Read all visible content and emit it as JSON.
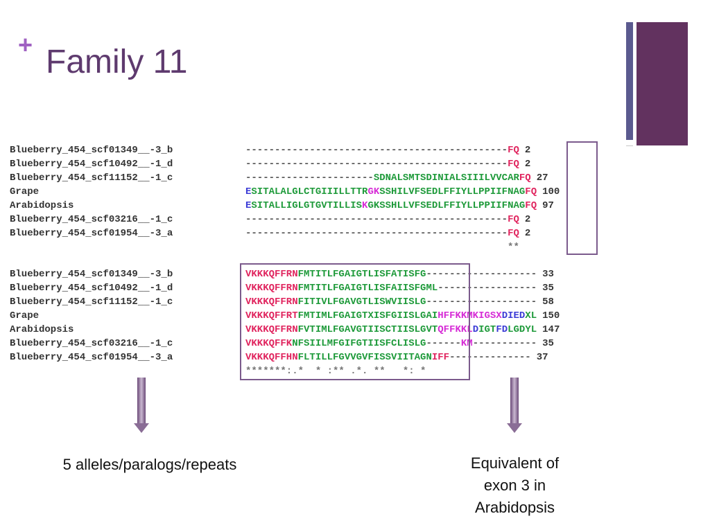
{
  "slide": {
    "plus": "+",
    "title": "Family 11"
  },
  "alignment_block1": [
    {
      "name": "Blueberry_454_scf01349__-3_b",
      "segments": [
        [
          "d",
          "---------------------------------------------"
        ],
        [
          "r",
          "FQ"
        ]
      ],
      "count": "2"
    },
    {
      "name": "Blueberry_454_scf10492__-1_d",
      "segments": [
        [
          "d",
          "---------------------------------------------"
        ],
        [
          "r",
          "FQ"
        ]
      ],
      "count": "2"
    },
    {
      "name": "Blueberry_454_scf11152__-1_c",
      "segments": [
        [
          "d",
          "----------------------"
        ],
        [
          "g",
          "SDNALSMTSDINIALSIIILVVCAR"
        ],
        [
          "r",
          "FQ"
        ]
      ],
      "count": "27"
    },
    {
      "name": "Grape",
      "segments": [
        [
          "b",
          "E"
        ],
        [
          "g",
          "SITALALGLCTGIIILLTTR"
        ],
        [
          "m",
          "GK"
        ],
        [
          "g",
          "SSHILVFSEDLFFIYLLPPIIFNAG"
        ],
        [
          "r",
          "FQ"
        ]
      ],
      "count": "100"
    },
    {
      "name": "Arabidopsis",
      "segments": [
        [
          "b",
          "E"
        ],
        [
          "g",
          "SITALLIGLGTGVTILLIS"
        ],
        [
          "m",
          "K"
        ],
        [
          "g",
          "GKSSHLLVFSEDLFFIYLLPPIIFNAG"
        ],
        [
          "r",
          "FQ"
        ]
      ],
      "count": "97"
    },
    {
      "name": "Blueberry_454_scf03216__-1_c",
      "segments": [
        [
          "d",
          "---------------------------------------------"
        ],
        [
          "r",
          "FQ"
        ]
      ],
      "count": "2"
    },
    {
      "name": "Blueberry_454_scf01954__-3_a",
      "segments": [
        [
          "d",
          "---------------------------------------------"
        ],
        [
          "r",
          "FQ"
        ]
      ],
      "count": "2"
    }
  ],
  "consensus_block1": "                                             **",
  "alignment_block2": [
    {
      "name": "Blueberry_454_scf01349__-3_b",
      "segments": [
        [
          "r",
          "VKKKQFFRN"
        ],
        [
          "g",
          "FMTITLFGAIGTLISFATISFG"
        ],
        [
          "d",
          "-------------------"
        ]
      ],
      "count": "33"
    },
    {
      "name": "Blueberry_454_scf10492__-1_d",
      "segments": [
        [
          "r",
          "VKKKQFFRN"
        ],
        [
          "g",
          "FMTITLFGAIGTLISFAIISFGML"
        ],
        [
          "d",
          "-----------------"
        ]
      ],
      "count": "35"
    },
    {
      "name": "Blueberry_454_scf11152__-1_c",
      "segments": [
        [
          "r",
          "VKKKQFFRN"
        ],
        [
          "g",
          "FITIVLFGAVGTLISWVIISLG"
        ],
        [
          "d",
          "-------------------"
        ]
      ],
      "count": "58"
    },
    {
      "name": "Grape",
      "segments": [
        [
          "r",
          "VKKKQFFRT"
        ],
        [
          "g",
          "FMTIMLFGAIGTXISFGIISLGAI"
        ],
        [
          "m",
          "HFFKKMKIGSX"
        ],
        [
          "b",
          "DIED"
        ],
        [
          "g",
          "XL"
        ]
      ],
      "count": "150"
    },
    {
      "name": "Arabidopsis",
      "segments": [
        [
          "r",
          "VKKKQFFRN"
        ],
        [
          "g",
          "FVTIMLFGAVGTIISCTIISLGVT"
        ],
        [
          "m",
          "QFFKKL"
        ],
        [
          "b",
          "D"
        ],
        [
          "g",
          "IGT"
        ],
        [
          "b",
          "FD"
        ],
        [
          "g",
          "LGDYL"
        ]
      ],
      "count": "147"
    },
    {
      "name": "Blueberry_454_scf03216__-1_c",
      "segments": [
        [
          "r",
          "VKKKQFFK"
        ],
        [
          "g",
          "NFSIILMFGIFGTIISFCLISLG"
        ],
        [
          "d",
          "------"
        ],
        [
          "m",
          "KM"
        ],
        [
          "d",
          "-----------"
        ]
      ],
      "count": "35"
    },
    {
      "name": "Blueberry_454_scf01954__-3_a",
      "segments": [
        [
          "r",
          "VKKKQFFHN"
        ],
        [
          "g",
          "FLTILLFGVVGVFISSVIITAGN"
        ],
        [
          "r",
          "IFF"
        ],
        [
          "d",
          "--------------"
        ]
      ],
      "count": "37"
    }
  ],
  "consensus_block2": "*******:.*  * :** .*. **   *: *",
  "captions": {
    "left": "5 alleles/paralogs/repeats",
    "right_lines": [
      "Equivalent of",
      "exon 3 in",
      "Arabidopsis"
    ]
  }
}
